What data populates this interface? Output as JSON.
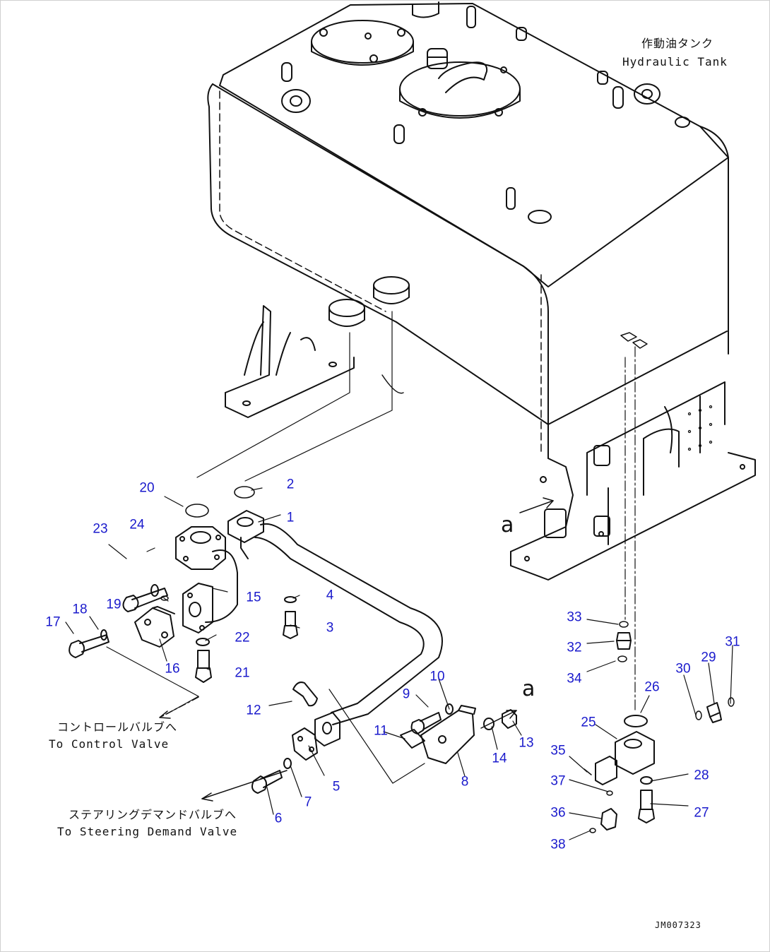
{
  "tank_label": {
    "jp": "作動油タンク",
    "en": "Hydraulic Tank"
  },
  "to_control_valve": {
    "jp": "コントロールバルブへ",
    "en": "To Control Valve"
  },
  "to_steering_valve": {
    "jp": "ステアリングデマンドバルブへ",
    "en": "To Steering Demand Valve"
  },
  "view_marker": {
    "upper": "a",
    "lower": "a"
  },
  "drawing_id": "JM007323",
  "colors": {
    "line": "#111111",
    "callout": "#1a1acc"
  },
  "part_numbers": {
    "p1": "1",
    "p2": "2",
    "p3": "3",
    "p4": "4",
    "p5": "5",
    "p6": "6",
    "p7": "7",
    "p8": "8",
    "p9": "9",
    "p10": "10",
    "p11": "11",
    "p12": "12",
    "p13": "13",
    "p14": "14",
    "p15": "15",
    "p16": "16",
    "p17": "17",
    "p18": "18",
    "p19": "19",
    "p20": "20",
    "p21": "21",
    "p22": "22",
    "p23": "23",
    "p24": "24",
    "p25": "25",
    "p26": "26",
    "p27": "27",
    "p28": "28",
    "p29": "29",
    "p30": "30",
    "p31": "31",
    "p32": "32",
    "p33": "33",
    "p34": "34",
    "p35": "35",
    "p36": "36",
    "p37": "37",
    "p38": "38"
  }
}
